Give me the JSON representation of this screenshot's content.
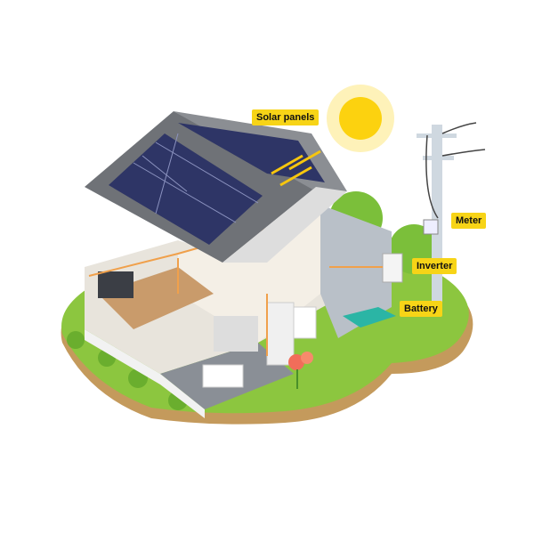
{
  "labels": {
    "solar_panels": "Solar panels",
    "meter": "Meter",
    "inverter": "Inverter",
    "battery": "Battery"
  },
  "colors": {
    "label_bg": "#f7d417",
    "sun": "#fcd20f",
    "grass": "#8cc63f",
    "soil": "#c49a5c",
    "roof": "#707378",
    "panel": "#2e3566",
    "wire": "#f0a04b"
  }
}
